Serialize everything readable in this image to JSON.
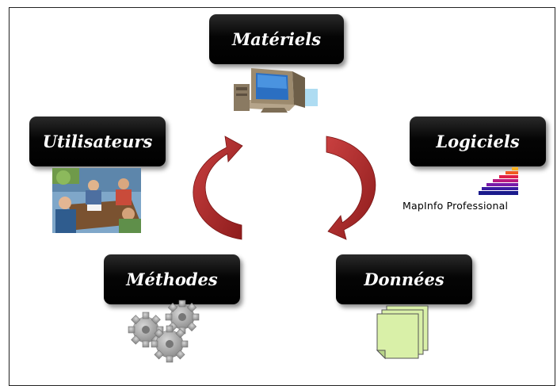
{
  "nodes": {
    "materiels": "Matériels",
    "utilisateurs": "Utilisateurs",
    "logiciels": "Logiciels",
    "methodes": "Méthodes",
    "donnees": "Données"
  },
  "logo_text": "MapInfo Professional",
  "colors": {
    "label_bg": "#050505",
    "label_text": "#ffffff",
    "arrow": "#b52a2a",
    "document": "#d9f0a8",
    "gear": "#a9a9a9"
  },
  "icons": [
    "computer-icon",
    "meeting-people-icon",
    "mapinfo-logo-icon",
    "gears-icon",
    "documents-icon",
    "cycle-arrow-icon"
  ]
}
